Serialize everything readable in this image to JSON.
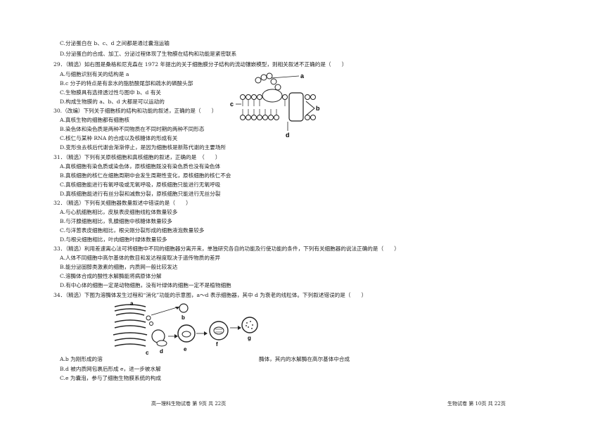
{
  "q28": {
    "c": "C.分泌蛋白在 b、c、d 之间都是通过囊泡运输",
    "d": "D.分泌蛋白的合成、加工、分泌过程体现了生物膜在结构和功能是紧密联系"
  },
  "q29": {
    "stem": "29．（精选）如右图是桑格和尼克森在 1972 年提出的关于细胞膜分子结构的流动镶嵌模型，则相关叙述不正确的是（　　）",
    "a": "A.与细胞识别有关的结构是 a",
    "b": "B.c 分子的特点是有亲水的脂肪酸尾部和疏水的磷酸头部",
    "c": "C.生物膜具有选择透过性与图中 b、d 有关",
    "d": "D.构成生物膜的 a、b、d 大都是可以运动的",
    "figure_labels": [
      "a",
      "c",
      "b",
      "d"
    ]
  },
  "q30": {
    "stem": "30.（改编）下列关于细胞核的结构和功能的叙述，正确的是（　　）",
    "a": "A.真核生物的细胞都有细胞核",
    "b": "B.染色体和染色质是两种不同物质在不同时期的两种不同形态",
    "c": "C.核仁与某种 RNA 的合成以及核糖体的形成有关",
    "d": "D.变形虫去核后代谢会渐渐停止，是因为细胞核是新陈代谢的主要场所"
  },
  "q31": {
    "stem": "31．（精选）下列有关原核细胞和真核细胞的叙述，正确的是　（　　）",
    "a": "A.真核细胞有染色质或染色体，原核细胞既没有染色质也没有染色体",
    "b": "B.真核细胞的核仁在细胞周期中会发生周期性变化，原核细胞的核仁不会",
    "c": "C.真核细胞能进行有氧呼吸或无氧呼吸，原核细胞只能进行无氧呼吸",
    "d": "D.真核细胞能进行有丝分裂和减数分裂，原核细胞只能进行无丝分裂"
  },
  "q32": {
    "stem": "32．（精选）下列有关细胞器数量叙述中错误的是（　　）",
    "a": "A.与心肌细胞相比，皮肤表皮细胞线粒体数量较多",
    "b": "B.与汗腺细胞相比，乳腺细胞中核糖体数量较多",
    "c": "C.与洋葱表皮细胞相比，根尖刚分裂形成的细胞液泡数量较多",
    "d": "D.与根尖细胞相比，叶肉细胞叶绿体数量较多"
  },
  "q33": {
    "stem": "33．（精选）利用差速离心法可将细胞中不同的细胞器分离开来，单独研究各自的功能及行使功能的条件，下列有关细胞器的说法正确的是（　　）",
    "a": "A.人体不同细胞中高尔基体的数目和发达程度取决于遗传物质的差异",
    "b": "B.能分泌固醇类激素的细胞，内质网一般比较发达",
    "c": "C.溶酶体合成的酸性水解酶能将病原体分解",
    "d": "D.有中心体的细胞一定是动物细胞，没有叶绿体的细胞一定不是植物细胞"
  },
  "q34": {
    "stem": "34．（精选）下图为溶酶体发生过程和“消化”功能的示意图，a～d 表示细胞器，其中 d 为衰老的线粒体。下列叙述错误的是（　　）",
    "a_left": "A.b 为刚形成的溶",
    "a_right": "酶体，其内的水解酶在高尔基体中合成",
    "b": "B.d 被内质网包裹后形成 e，进一步被水解",
    "c": "C.e 为囊泡，参与了细胞生物膜系统的构成",
    "figure_labels": [
      "a",
      "b",
      "c",
      "d",
      "e",
      "f",
      "g"
    ]
  },
  "footer": {
    "left": "高一理科生物试卷  第 9页  共 22页",
    "right": "生物试卷  第 10页  共 22页"
  }
}
